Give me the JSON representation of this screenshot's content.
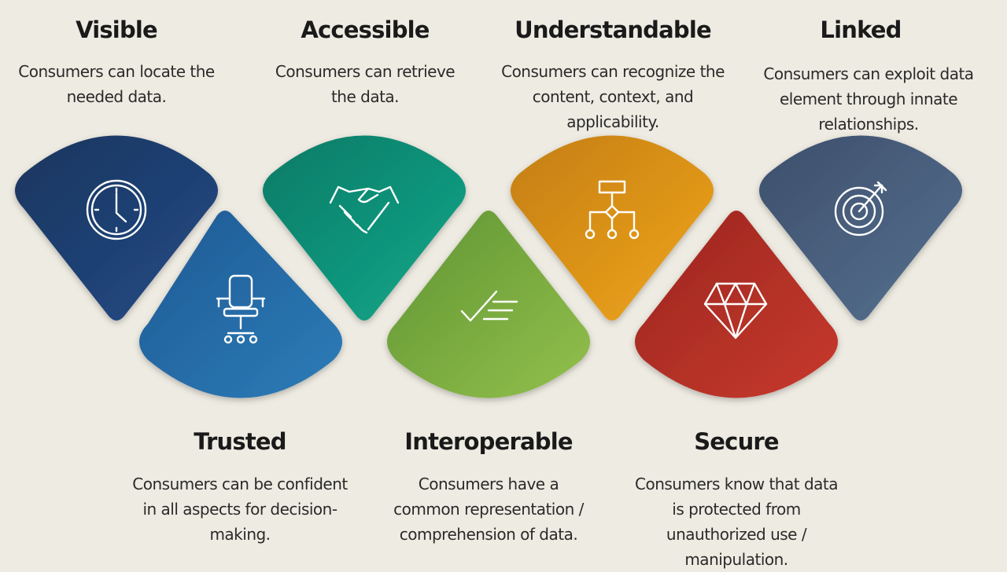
{
  "principles": [
    {
      "title": "Visible",
      "desc": "Consumers can locate the needed data.",
      "icon": "clock-icon",
      "color_start": "#1a355e",
      "color_end": "#234b86"
    },
    {
      "title": "Trusted",
      "desc": "Consumers can be confident in all aspects for decision-making.",
      "icon": "office-chair-icon",
      "color_start": "#1f5a94",
      "color_end": "#2c7cb8"
    },
    {
      "title": "Accessible",
      "desc": "Consumers can retrieve the data.",
      "icon": "handshake-icon",
      "color_start": "#0e7a66",
      "color_end": "#13a88a"
    },
    {
      "title": "Interoperable",
      "desc": "Consumers have a common representation / comprehension of data.",
      "icon": "checklist-icon",
      "color_start": "#5f9433",
      "color_end": "#93c04c"
    },
    {
      "title": "Understandable",
      "desc": "Consumers can recognize the content, context, and applicability.",
      "icon": "flowchart-icon",
      "color_start": "#c47e10",
      "color_end": "#f0a51e"
    },
    {
      "title": "Secure",
      "desc": "Consumers know that data is protected from unauthorized use / manipulation.",
      "icon": "diamond-icon",
      "color_start": "#9a261f",
      "color_end": "#c8392d"
    },
    {
      "title": "Linked",
      "desc": "Consumers can exploit data element through innate relationships.",
      "icon": "target-icon",
      "color_start": "#3d4f6c",
      "color_end": "#56708f"
    }
  ]
}
